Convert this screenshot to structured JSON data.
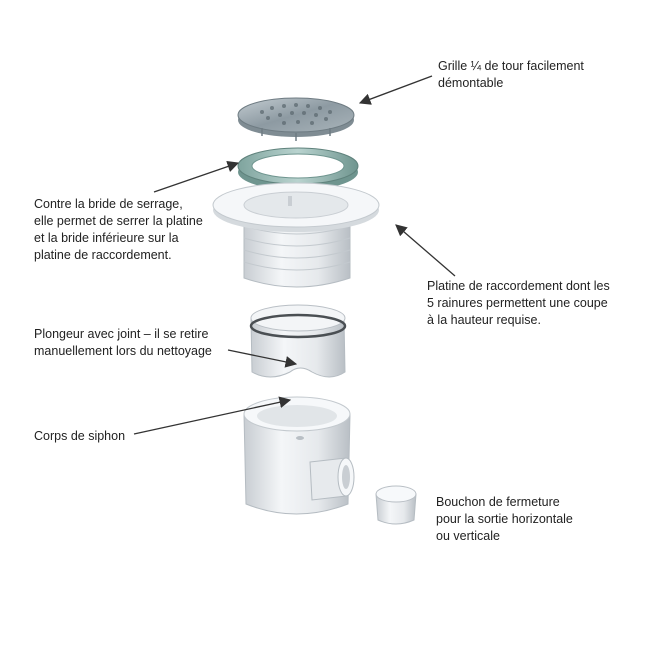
{
  "labels": {
    "grille": [
      "Grille ¼ de tour facilement",
      "démontable"
    ],
    "bride": [
      "Contre la bride de serrage,",
      "elle permet de serrer la platine",
      "et la bride inférieure sur la",
      "platine de raccordement."
    ],
    "platine": [
      "Platine de raccordement dont les",
      "5 rainures permettent une coupe",
      "à la hauteur requise."
    ],
    "plongeur": [
      "Plongeur avec joint – il se retire",
      "manuellement lors du nettoyage"
    ],
    "corps": [
      "Corps de siphon"
    ],
    "bouchon": [
      "Bouchon de fermeture",
      "pour la sortie horizontale",
      "ou verticale"
    ]
  },
  "colors": {
    "text": "#222222",
    "arrow": "#333333",
    "plastic": "#eef0f2",
    "plastic_shadow": "#c9ced3",
    "steel": "#9aa7ae",
    "ring_green": "#8fb3ad"
  }
}
